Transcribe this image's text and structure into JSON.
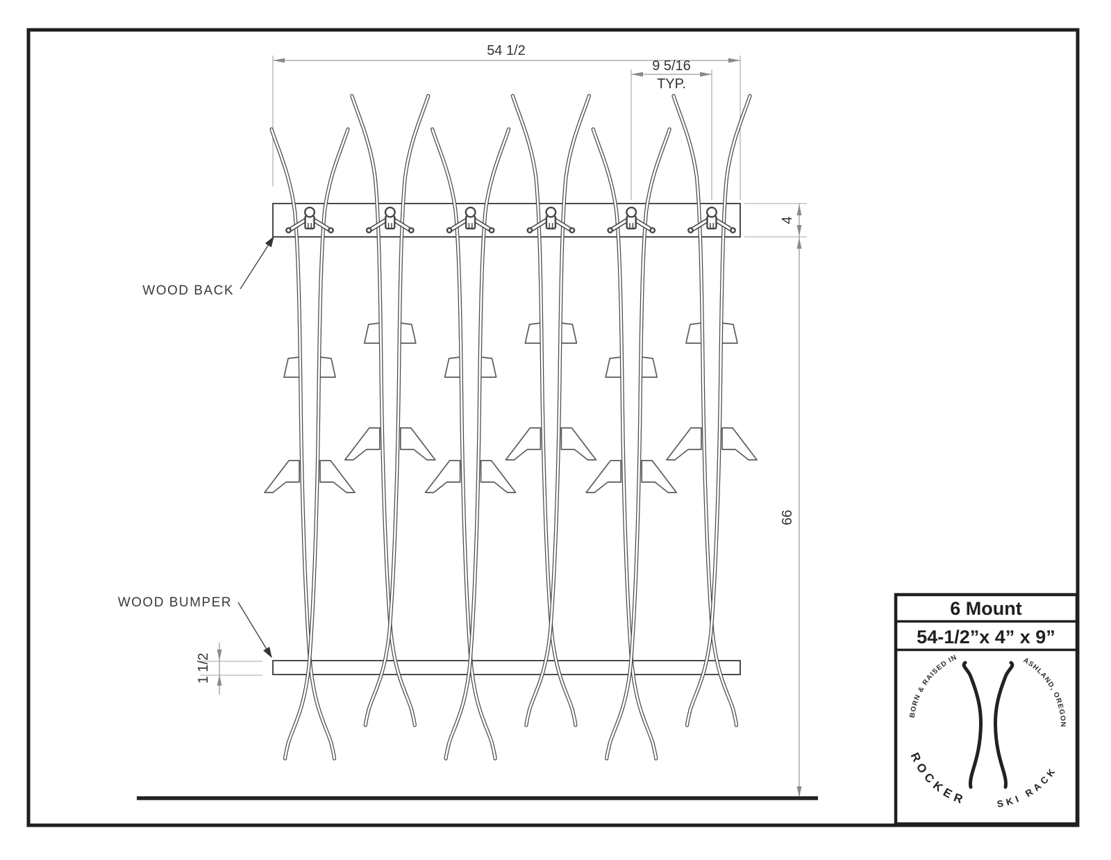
{
  "sheet": {
    "background": "#ffffff"
  },
  "colors": {
    "border_ink": "#1f1f1f",
    "object_line": "#4a4a4a",
    "dimension_line": "#9b9b9b",
    "dimension_text": "#333333",
    "label_text": "#3a3a3a",
    "logo_ink": "#222222"
  },
  "dimensions": {
    "overall_width": "54 1/2",
    "mount_spacing": "9 5/16",
    "mount_spacing_note": "TYP.",
    "back_height": "4",
    "mount_height": "66",
    "bumper_thickness": "1 1/2"
  },
  "labels": {
    "back": "WOOD BACK",
    "bumper": "WOOD BUMPER"
  },
  "title_block": {
    "model": "6 Mount",
    "size": "54-1/2”x 4” x 9”"
  },
  "logo": {
    "arc_top_left": "BORN & RAISED IN",
    "arc_top_right": "ASHLAND, OREGON",
    "name": "ROCKER",
    "name_suffix": "SKI RACK"
  },
  "mounts": {
    "count": 6
  }
}
